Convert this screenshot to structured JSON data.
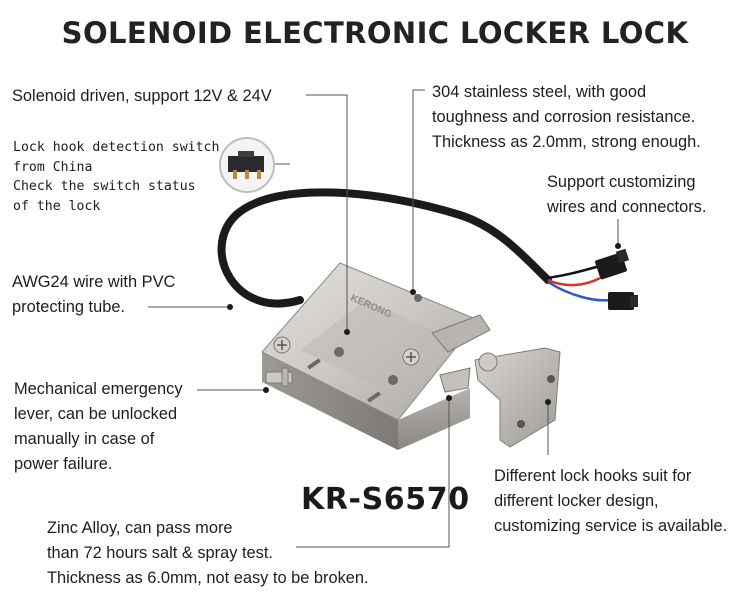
{
  "title": "SOLENOID ELECTRONIC LOCKER LOCK",
  "model": "KR-S6570",
  "engraving": "KERONG",
  "annotations": {
    "solenoid": [
      "Solenoid driven, support 12V & 24V"
    ],
    "switch": [
      "Lock hook detection switch",
      "from China",
      "Check the switch status",
      "of the lock"
    ],
    "steel": [
      "304 stainless steel, with good",
      "toughness and corrosion resistance.",
      "Thickness as 2.0mm, strong enough."
    ],
    "wires": [
      "Support customizing",
      "wires and connectors."
    ],
    "awg": [
      "AWG24 wire with PVC",
      "protecting tube."
    ],
    "lever": [
      "Mechanical emergency",
      "lever, can be unlocked",
      "manually in case of",
      "power failure."
    ],
    "hooks": [
      "Different lock hooks suit for",
      "different locker design,",
      "customizing service is available."
    ],
    "zinc": [
      "Zinc Alloy, can pass more",
      "than 72 hours salt & spray test.",
      "Thickness as 6.0mm, not easy to be broken."
    ]
  },
  "colors": {
    "text": "#1e1e1e",
    "leader": "#555555",
    "steel": "#c9c6c1",
    "cable": "#1b1b1b",
    "wire_red": "#d8342a",
    "wire_blue": "#2f57c7"
  }
}
